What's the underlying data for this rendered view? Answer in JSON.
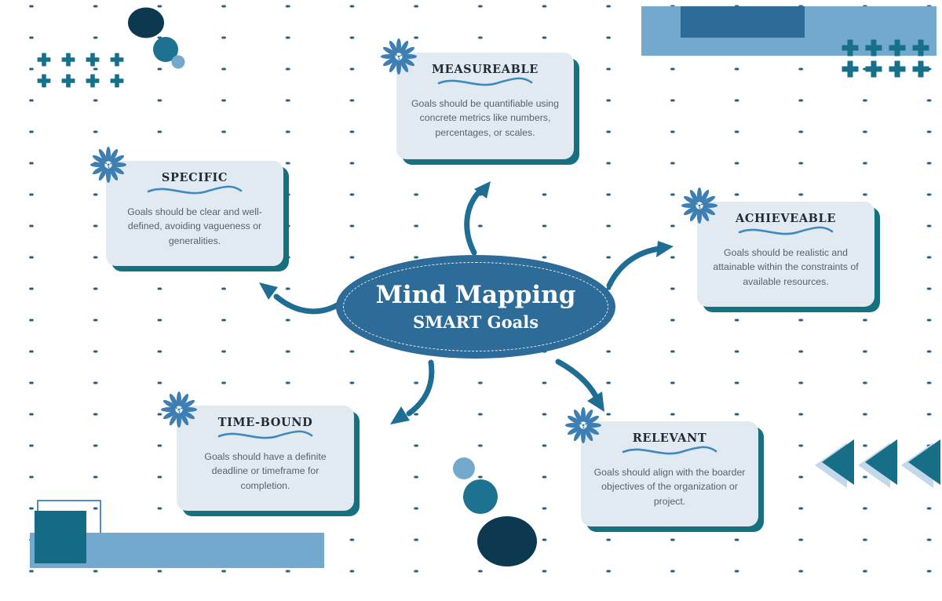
{
  "center": {
    "title": "Mind Mapping",
    "subtitle": "SMART Goals",
    "icon": "ellipse-dashed-border"
  },
  "nodes": [
    {
      "id": "specific",
      "title": "SPECIFIC",
      "body": "Goals should be clear and well-defined, avoiding vagueness or generalities.",
      "icon": "flower-icon"
    },
    {
      "id": "measureable",
      "title": "MEASUREABLE",
      "body": "Goals should be quantifiable using concrete metrics like numbers, percentages, or scales.",
      "icon": "flower-icon"
    },
    {
      "id": "achieveable",
      "title": "ACHIEVEABLE",
      "body": "Goals should be realistic and attainable within the constraints of available resources.",
      "icon": "flower-icon"
    },
    {
      "id": "timebound",
      "title": "TIME-BOUND",
      "body": "Goals should have a definite deadline or timeframe for completion.",
      "icon": "flower-icon"
    },
    {
      "id": "relevant",
      "title": "RELEVANT",
      "body": "Goals should align with the boarder objectives of the organization or project.",
      "icon": "flower-icon"
    }
  ],
  "decor": {
    "icons": [
      "plus-icon",
      "circle-cluster",
      "triangle-icon",
      "rectangle-banner",
      "square-outline",
      "dot-grid-background"
    ]
  },
  "colors": {
    "center_fill": "#2d6b99",
    "card_bg": "#e1e9f1",
    "card_shadow": "#15707f",
    "title_text": "#1f2a36",
    "body_text": "#59616e",
    "wave_line": "#4189bc",
    "arrow": "#1e6d92",
    "teal": "#176e87",
    "teal_dark_rect": "#136b84",
    "light_blue": "#74a9ce",
    "navy": "#0c3950",
    "teal_circle": "#1d7291",
    "flower_blue": "#3d7fb2",
    "triangle_shadow": "#c4d8ec",
    "grid_dash": "#24618c",
    "square_outline_stroke": "#4e8fc0"
  }
}
